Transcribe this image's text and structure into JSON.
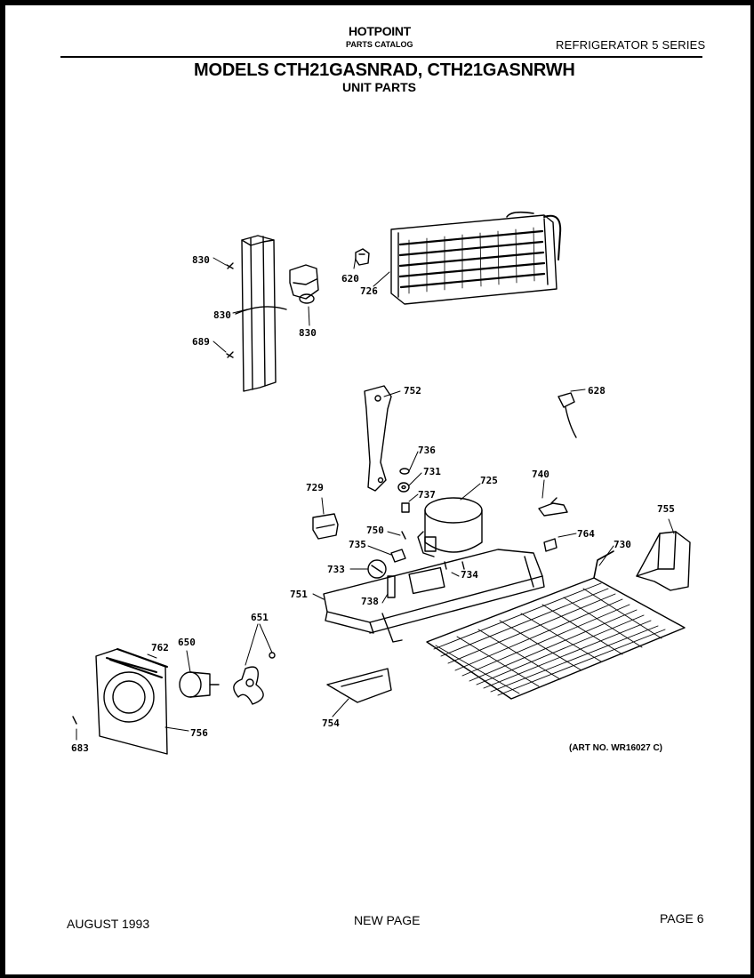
{
  "header": {
    "brand": "HOTPOINT",
    "catalog": "PARTS CATALOG",
    "series": "REFRIGERATOR 5 SERIES",
    "models": "MODELS CTH21GASNRAD, CTH21GASNRWH",
    "section": "UNIT PARTS"
  },
  "parts": {
    "p830a": "830",
    "p830b": "830",
    "p830c": "830",
    "p689": "689",
    "p620": "620",
    "p726": "726",
    "p752": "752",
    "p628": "628",
    "p736": "736",
    "p731": "731",
    "p737": "737",
    "p725": "725",
    "p740": "740",
    "p729": "729",
    "p750": "750",
    "p735": "735",
    "p764": "764",
    "p730": "730",
    "p755": "755",
    "p733": "733",
    "p734": "734",
    "p751": "751",
    "p738": "738",
    "p651": "651",
    "p762": "762",
    "p650": "650",
    "p756": "756",
    "p683": "683",
    "p754": "754"
  },
  "art_no": "(ART NO. WR16027 C)",
  "footer": {
    "date": "AUGUST 1993",
    "status": "NEW PAGE",
    "page": "PAGE 6"
  }
}
